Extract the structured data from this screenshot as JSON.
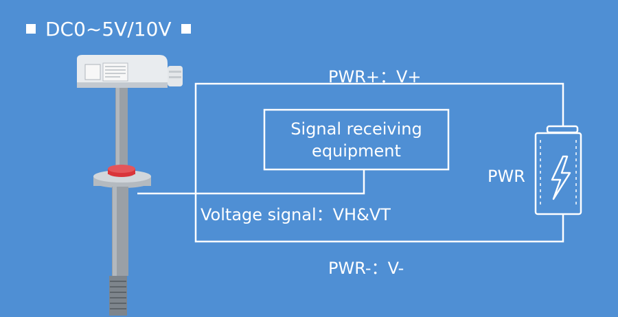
{
  "title": "DC0~5V/10V",
  "labels": {
    "pwr_plus": "PWR+：V+",
    "pwr_minus": "PWR-：V-",
    "voltage_signal": "Voltage signal：VH&VT",
    "pwr": "PWR",
    "receiver_line1": "Signal receiving",
    "receiver_line2": "equipment"
  },
  "colors": {
    "background": "#4f8fd4",
    "lines": "#ffffff",
    "flange_accent": "#d9343a"
  },
  "icons": {
    "battery": "battery-lightning-icon",
    "sensor": "duct-sensor-icon"
  }
}
